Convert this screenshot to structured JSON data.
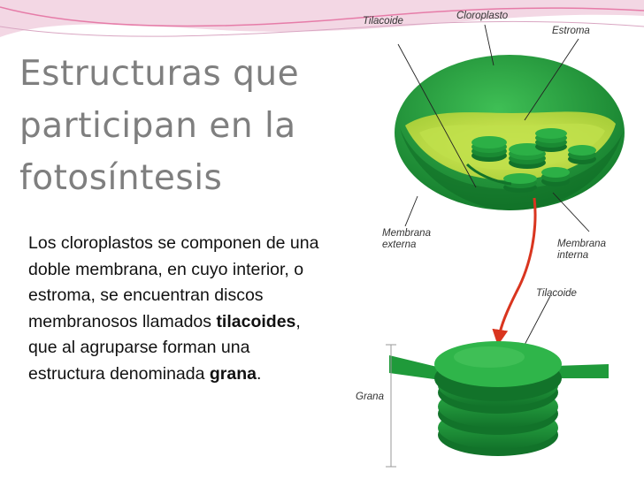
{
  "slide": {
    "title_lines": [
      "Estructuras que",
      "participan en la",
      "fotosíntesis"
    ],
    "body": {
      "part1": "Los cloroplastos se componen de una doble membrana, en cuyo interior, o estroma, se encuentran discos membranosos llamados ",
      "term1": "tilacoides",
      "part2": ", que al agruparse forman una estructura denominada ",
      "term2": "grana",
      "part3": "."
    }
  },
  "figure": {
    "labels": {
      "tilacoide_top": "Tilacoide",
      "cloroplasto": "Cloroplasto",
      "estroma": "Estroma",
      "membrana_externa_1": "Membrana",
      "membrana_externa_2": "externa",
      "membrana_interna_1": "Membrana",
      "membrana_interna_2": "interna",
      "tilacoide_bottom": "Tilacoide",
      "grana": "Grana"
    },
    "colors": {
      "chloroplast_green": "#1f9a3a",
      "stroma_yellow": "#c8e04a",
      "arrow_red": "#d9351f",
      "accent_pink": "#e0568f"
    }
  }
}
